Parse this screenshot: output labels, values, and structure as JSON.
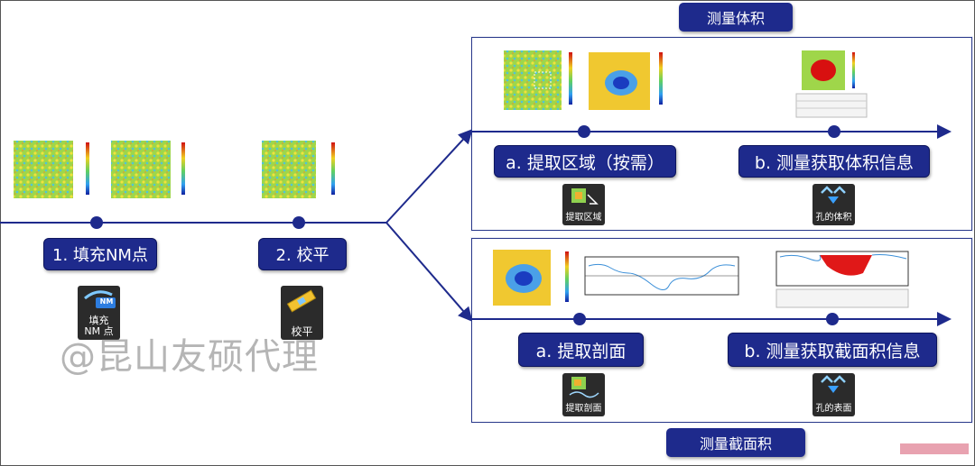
{
  "top_tag": "测量体积",
  "bottom_tag": "测量截面积",
  "steps": {
    "step1": "1. 填充NM点",
    "step2": "2. 校平"
  },
  "volume": {
    "a": "a. 提取区域（按需）",
    "b": "b. 测量获取体积信息"
  },
  "section": {
    "a": "a. 提取剖面",
    "b": "b. 测量获取截面积信息"
  },
  "icons": {
    "fill_nm": {
      "badge": "NM",
      "label": "填充\nNM 点",
      "icon": "fill-nm-icon"
    },
    "level": {
      "label": "校平",
      "icon": "level-icon"
    },
    "extract_region": {
      "label": "提取区域",
      "icon": "extract-region-icon"
    },
    "hole_volume": {
      "label": "孔的体积",
      "icon": "hole-volume-icon"
    },
    "extract_profile": {
      "label": "提取剖面",
      "icon": "extract-profile-icon"
    },
    "hole_surface": {
      "label": "孔的表面",
      "icon": "hole-surface-icon"
    }
  },
  "watermark": "@昆山友硕代理",
  "colors": {
    "navy": "#1e2a8c",
    "line": "#2b3a8c",
    "icon_bg": "#2b2b2b"
  }
}
